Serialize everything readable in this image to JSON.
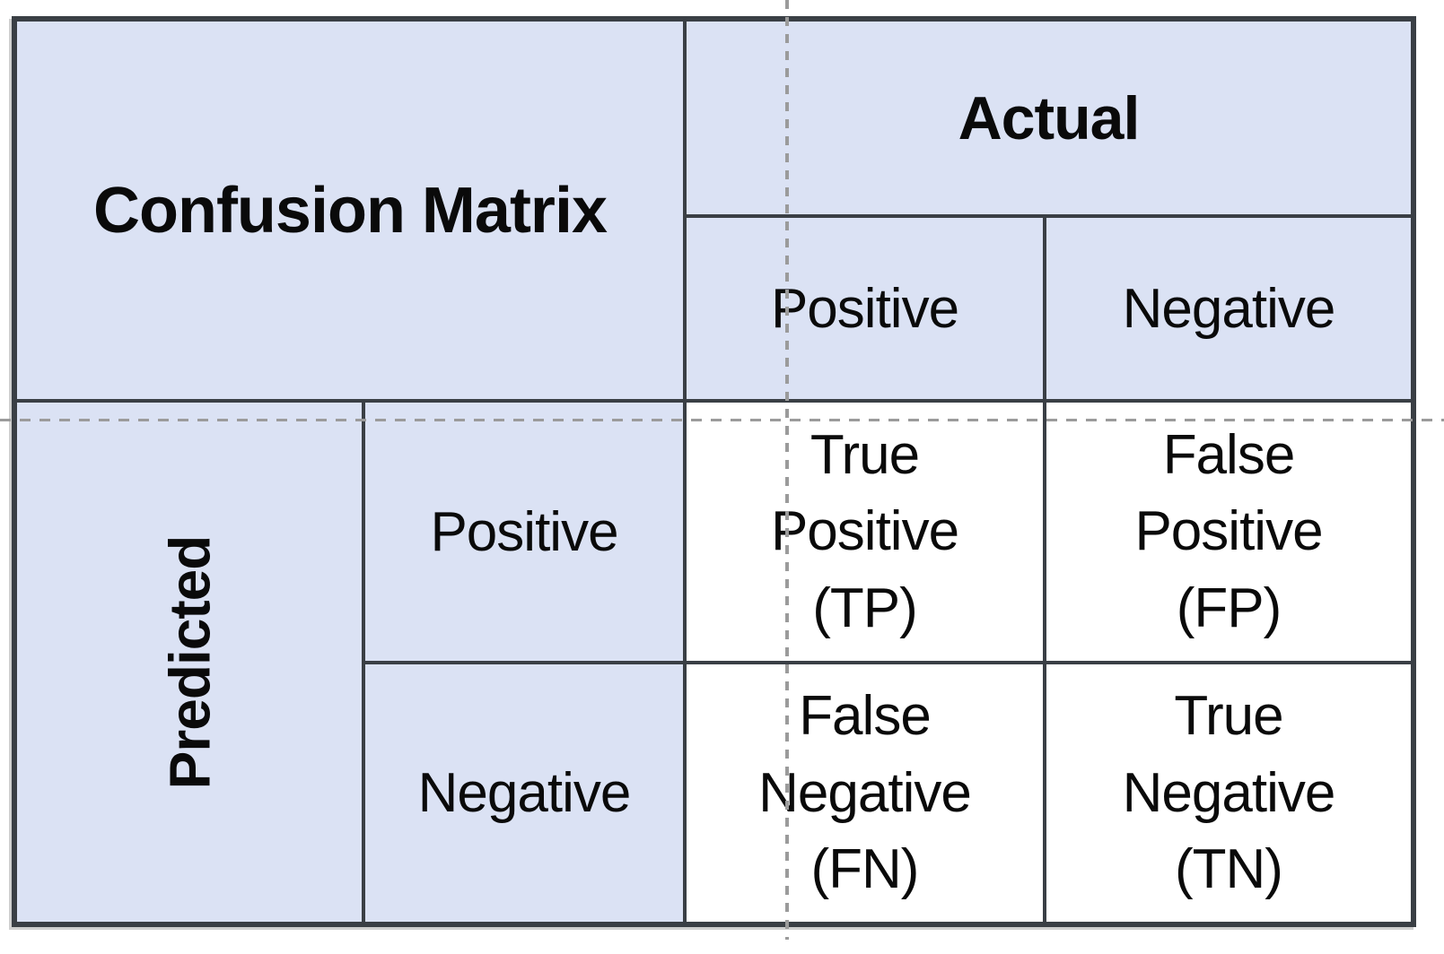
{
  "colors": {
    "header_fill": "#dbe2f4",
    "data_fill": "#ffffff",
    "border": "#3a3f45",
    "guide": "#9b9b9b",
    "text": "#0a0a0a"
  },
  "matrix": {
    "title": "Confusion Matrix",
    "actual_axis": "Actual",
    "predicted_axis": "Predicted",
    "actual_labels": {
      "positive": "Positive",
      "negative": "Negative"
    },
    "predicted_labels": {
      "positive": "Positive",
      "negative": "Negative"
    },
    "cells": {
      "tp": "True\nPositive\n(TP)",
      "fp": "False\nPositive\n(FP)",
      "fn": "False\nNegative\n(FN)",
      "tn": "True\nNegative\n(TN)"
    }
  }
}
